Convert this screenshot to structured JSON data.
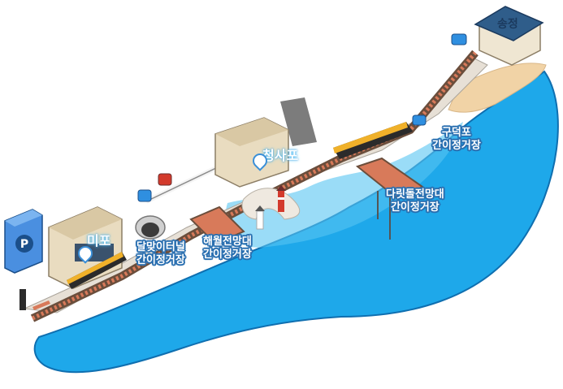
{
  "stations": {
    "mipo": "미포",
    "cheongsapo": "청사포",
    "songjeong": "송정"
  },
  "stops": {
    "dalmaji": {
      "line1": "달맞이터널",
      "line2": "간이정거장"
    },
    "haewol": {
      "line1": "해월전망대",
      "line2": "간이정거장"
    },
    "darittol": {
      "line1": "다릿돌전망대",
      "line2": "간이정거장"
    },
    "gudeokpo": {
      "line1": "구덕포",
      "line2": "간이정거장"
    }
  },
  "colors": {
    "sea": "#1ea8ea",
    "sea_light": "#7fd3f7",
    "beach": "#f1d3a6",
    "rail": "#d87a5a",
    "rail_dark": "#6b4e3c",
    "label_outline": "#2a6fb0"
  },
  "icons": {
    "parking": "parking-icon",
    "location_pin": "location-pin-icon",
    "lighthouse": "lighthouse-icon"
  }
}
